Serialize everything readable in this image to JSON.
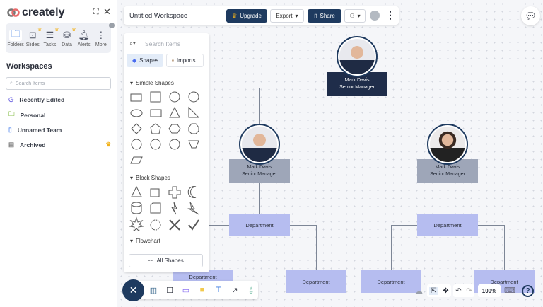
{
  "sidebar": {
    "logo": "creately",
    "nav": [
      {
        "label": "Folders"
      },
      {
        "label": "Slides"
      },
      {
        "label": "Tasks"
      },
      {
        "label": "Data"
      },
      {
        "label": "Alerts"
      },
      {
        "label": "More"
      }
    ],
    "workspaces_title": "Workspaces",
    "search_placeholder": "Search Items",
    "items": [
      {
        "label": "Recently Edited"
      },
      {
        "label": "Personal"
      },
      {
        "label": "Unnamed Team"
      },
      {
        "label": "Archived"
      }
    ]
  },
  "topbar": {
    "title": "Untitled Workspace",
    "upgrade": "Upgrade",
    "export": "Export",
    "share": "Share"
  },
  "panel": {
    "search_placeholder": "Search Items",
    "tabs": [
      "Shapes",
      "Imports"
    ],
    "sections": [
      "Simple Shapes",
      "Block Shapes",
      "Flowchart"
    ],
    "all_shapes": "All Shapes"
  },
  "org": {
    "root": {
      "name": "Mark Davis",
      "title": "Senior Manager"
    },
    "left": {
      "name": "Mark Davis",
      "title": "Senior Manager"
    },
    "right": {
      "name": "Mark Davis",
      "title": "Senior Manager"
    },
    "dept": "Department"
  },
  "zoom": "100%",
  "colors": {
    "primary": "#1e3a5f",
    "dept": "#b6bdf0",
    "manager_box": "#9ea6b8"
  }
}
